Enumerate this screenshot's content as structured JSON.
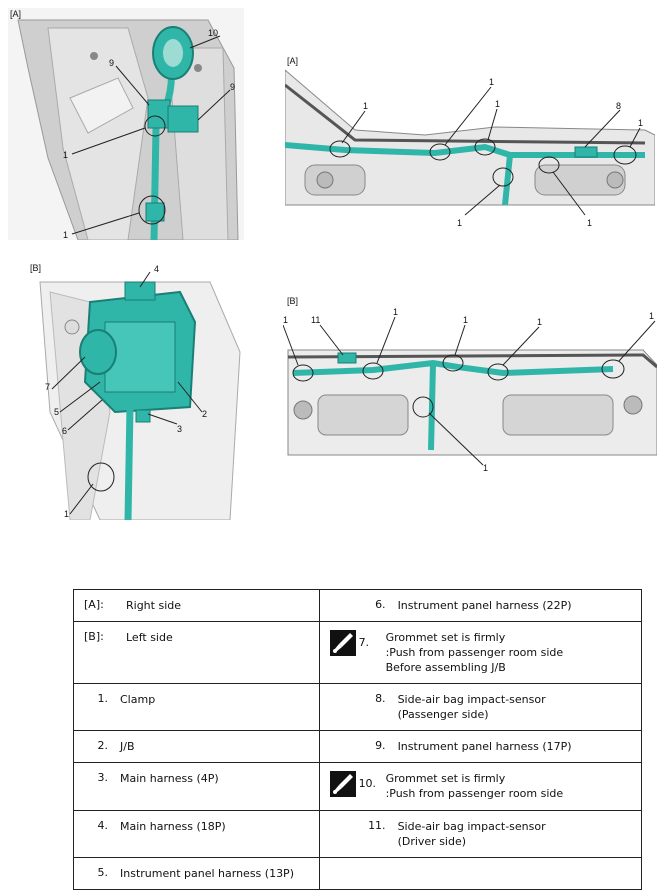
{
  "figures": {
    "top_left": {
      "tag": "[A]"
    },
    "top_right": {
      "tag": "[A]"
    },
    "bottom_left": {
      "tag": "[B]"
    },
    "bottom_right": {
      "tag": "[B]"
    }
  },
  "callouts": {
    "top_left": [
      "10",
      "9",
      "9",
      "1",
      "1"
    ],
    "top_right": [
      "1",
      "1",
      "1",
      "8",
      "1",
      "1",
      "1"
    ],
    "bottom_left": [
      "4",
      "7",
      "5",
      "6",
      "2",
      "3",
      "1"
    ],
    "bottom_right": [
      "1",
      "11",
      "1",
      "1",
      "1",
      "1",
      "1"
    ]
  },
  "legend": {
    "rows": [
      {
        "left": {
          "num": "[A]:",
          "text": "Right side"
        },
        "right": {
          "num": "6.",
          "text": "Instrument panel harness (22P)",
          "icon": null
        }
      },
      {
        "left": {
          "num": "[B]:",
          "text": "Left side"
        },
        "right": {
          "num": "7.",
          "text": "Grommet set is firmly\n:Push from passenger room side\nBefore assembling J/B",
          "icon": "push-tool-icon"
        }
      },
      {
        "left": {
          "num": "1.",
          "text": "Clamp"
        },
        "right": {
          "num": "8.",
          "text": "Side-air bag impact-sensor\n(Passenger side)",
          "icon": null
        }
      },
      {
        "left": {
          "num": "2.",
          "text": "J/B"
        },
        "right": {
          "num": "9.",
          "text": "Instrument panel harness (17P)",
          "icon": null
        }
      },
      {
        "left": {
          "num": "3.",
          "text": "Main harness (4P)"
        },
        "right": {
          "num": "10.",
          "text": "Grommet set is firmly\n:Push from passenger room side",
          "icon": "push-tool-icon"
        }
      },
      {
        "left": {
          "num": "4.",
          "text": "Main harness (18P)"
        },
        "right": {
          "num": "11.",
          "text": "Side-air bag impact-sensor\n(Driver side)",
          "icon": null
        }
      },
      {
        "left": {
          "num": "5.",
          "text": "Instrument panel harness (13P)"
        },
        "right": {
          "num": "",
          "text": "",
          "icon": null
        }
      }
    ]
  },
  "colors": {
    "harness": "#2fb6a8",
    "harness_dark": "#1a7f75",
    "body_panel": "#d6d6d6",
    "line": "#333333"
  }
}
